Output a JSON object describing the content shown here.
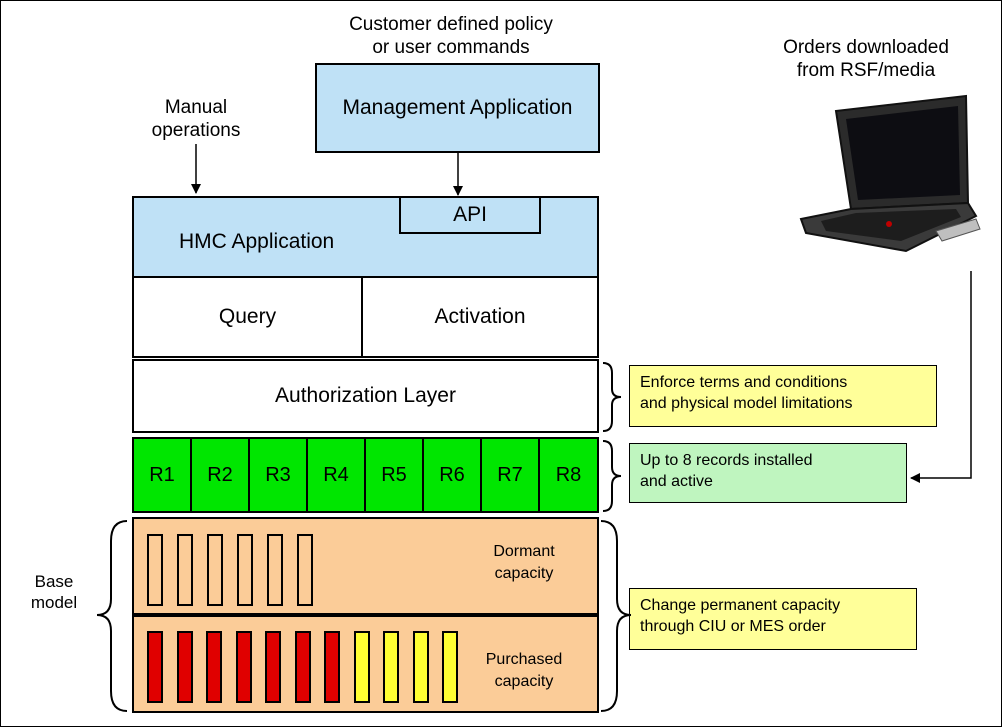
{
  "labels": {
    "customer_policy": "Customer defined policy\nor user commands",
    "manual_ops": "Manual\noperations",
    "orders": "Orders downloaded\nfrom RSF/media",
    "base_model": "Base\nmodel"
  },
  "boxes": {
    "management_app": "Management Application",
    "hmc_app": "HMC Application",
    "api": "API",
    "query": "Query",
    "activation": "Activation",
    "authorization": "Authorization Layer",
    "dormant": "Dormant\ncapacity",
    "purchased": "Purchased\ncapacity"
  },
  "records": [
    "R1",
    "R2",
    "R3",
    "R4",
    "R5",
    "R6",
    "R7",
    "R8"
  ],
  "notes": {
    "enforce": "Enforce terms and conditions\nand physical model limitations",
    "records_note": "Up to 8 records installed\nand active",
    "change_capacity": "Change permanent capacity\nthrough  CIU or MES order"
  },
  "capacity": {
    "dormant_bars": 6,
    "purchased_red_bars": 7,
    "purchased_yellow_bars": 4
  },
  "colors": {
    "blue_box": "#bfe1f6",
    "record_green": "#00e600",
    "capacity_orange": "#fbcc98",
    "note_yellow": "#ffff99",
    "note_green": "#bff5bf",
    "bar_red": "#e00000",
    "bar_yellow": "#ffff33"
  },
  "icons": [
    "laptop-icon"
  ]
}
